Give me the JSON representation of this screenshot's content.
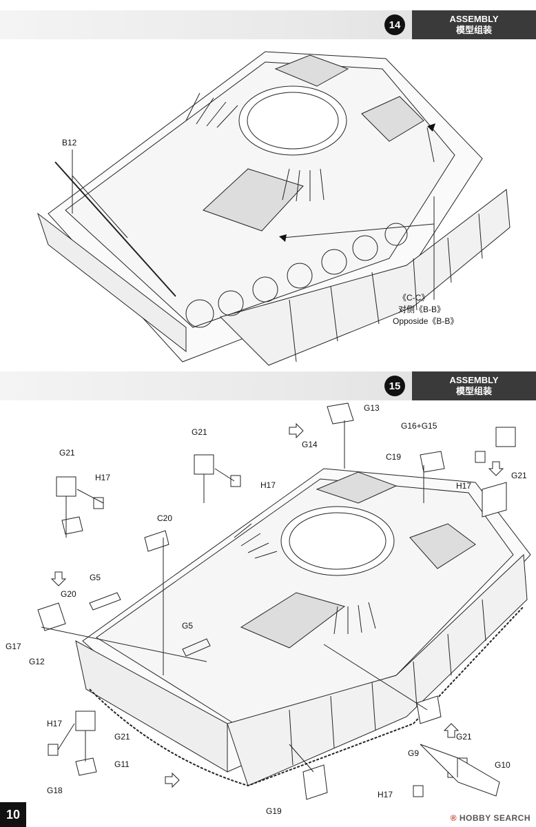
{
  "page_number": "10",
  "watermark": {
    "brand": "HOBBY SEARCH",
    "mark": "®"
  },
  "steps": [
    {
      "number": "14",
      "title_en": "ASSEMBLY",
      "title_cn": "模型组装",
      "labels": {
        "b12": "B12",
        "cc": "《C-C》",
        "cc_cn": "对侧《B-B》",
        "cc_en": "Opposide《B-B》"
      }
    },
    {
      "number": "15",
      "title_en": "ASSEMBLY",
      "title_cn": "模型组装",
      "labels": {
        "g13": "G13",
        "g14": "G14",
        "g16g15": "G16+G15",
        "c19": "C19",
        "g21_a": "G21",
        "h17_a": "H17",
        "g21_b": "G21",
        "h17_b": "H17",
        "g21_c": "G21",
        "h17_c": "H17",
        "c20": "C20",
        "g5_a": "G5",
        "g5_b": "G5",
        "g20": "G20",
        "g17": "G17",
        "g12": "G12",
        "h17_d": "H17",
        "g21_d": "G21",
        "g11": "G11",
        "g18": "G18",
        "g19": "G19",
        "g21_e": "G21",
        "g9": "G9",
        "g10": "G10",
        "h17_e": "H17"
      }
    }
  ]
}
